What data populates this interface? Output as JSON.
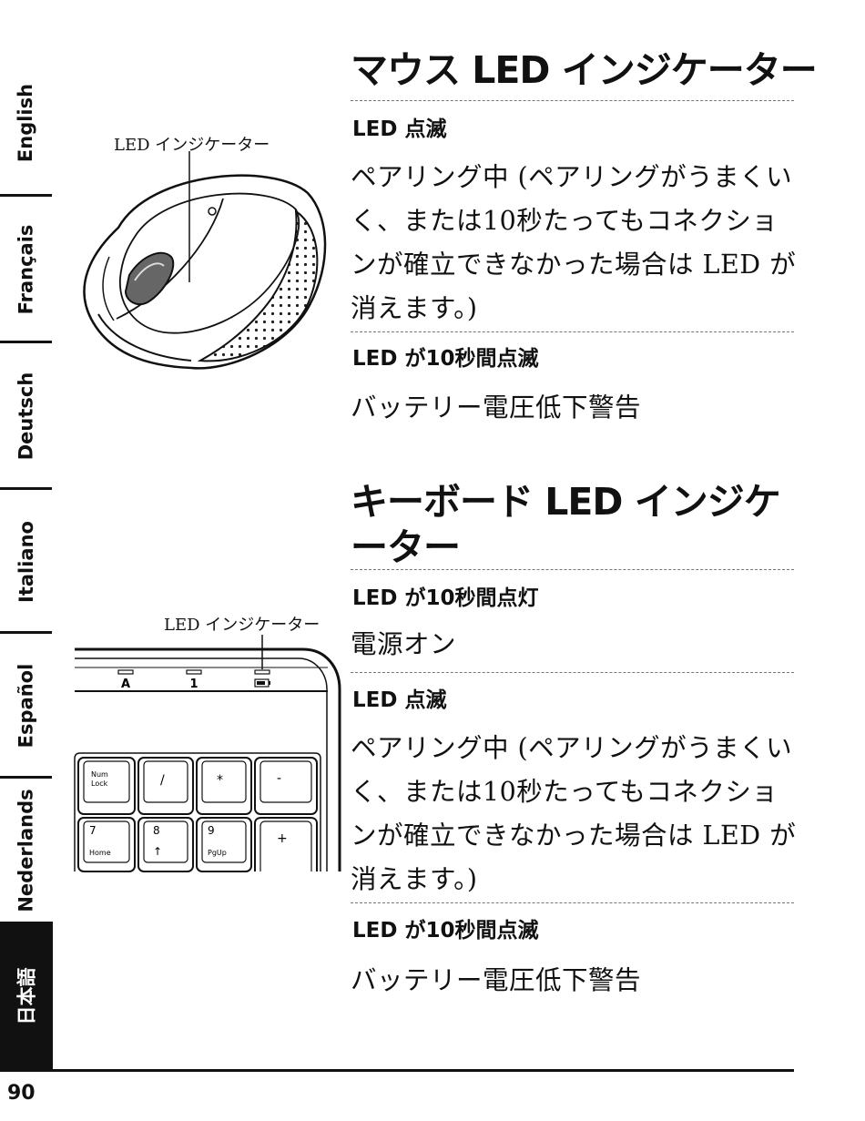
{
  "languages": [
    {
      "label": "English",
      "active": false
    },
    {
      "label": "Français",
      "active": false
    },
    {
      "label": "Deutsch",
      "active": false
    },
    {
      "label": "Italiano",
      "active": false
    },
    {
      "label": "Español",
      "active": false
    },
    {
      "label": "Nederlands",
      "active": false
    },
    {
      "label": "日本語",
      "active": true
    }
  ],
  "page_number": "90",
  "mouse_section": {
    "heading": "マウス LED インジケーター",
    "callout": "LED インジケーター",
    "items": [
      {
        "label": "LED 点滅",
        "text": "ペアリング中 (ペアリングがうまくいく、または10秒たってもコネクションが確立できなかった場合は LED が消えます。)"
      },
      {
        "label": "LED が10秒間点滅",
        "text": "バッテリー電圧低下警告"
      }
    ]
  },
  "keyboard_section": {
    "heading": "キーボード LED インジケーター",
    "callout": "LED インジケーター",
    "indicator_labels": [
      "A",
      "1"
    ],
    "keys": {
      "numlock": [
        "Num",
        "Lock"
      ],
      "divide": "/",
      "multiply": "*",
      "minus": "-",
      "k7": [
        "7",
        "Home"
      ],
      "k8": [
        "8",
        "↑"
      ],
      "k9": [
        "9",
        "PgUp"
      ],
      "plus": "+"
    },
    "items": [
      {
        "label": "LED が10秒間点灯",
        "text": "電源オン"
      },
      {
        "label": "LED 点滅",
        "text": "ペアリング中 (ペアリングがうまくいく、または10秒たってもコネクションが確立できなかった場合は LED が消えます。)"
      },
      {
        "label": "LED が10秒間点滅",
        "text": "バッテリー電圧低下警告"
      }
    ]
  }
}
